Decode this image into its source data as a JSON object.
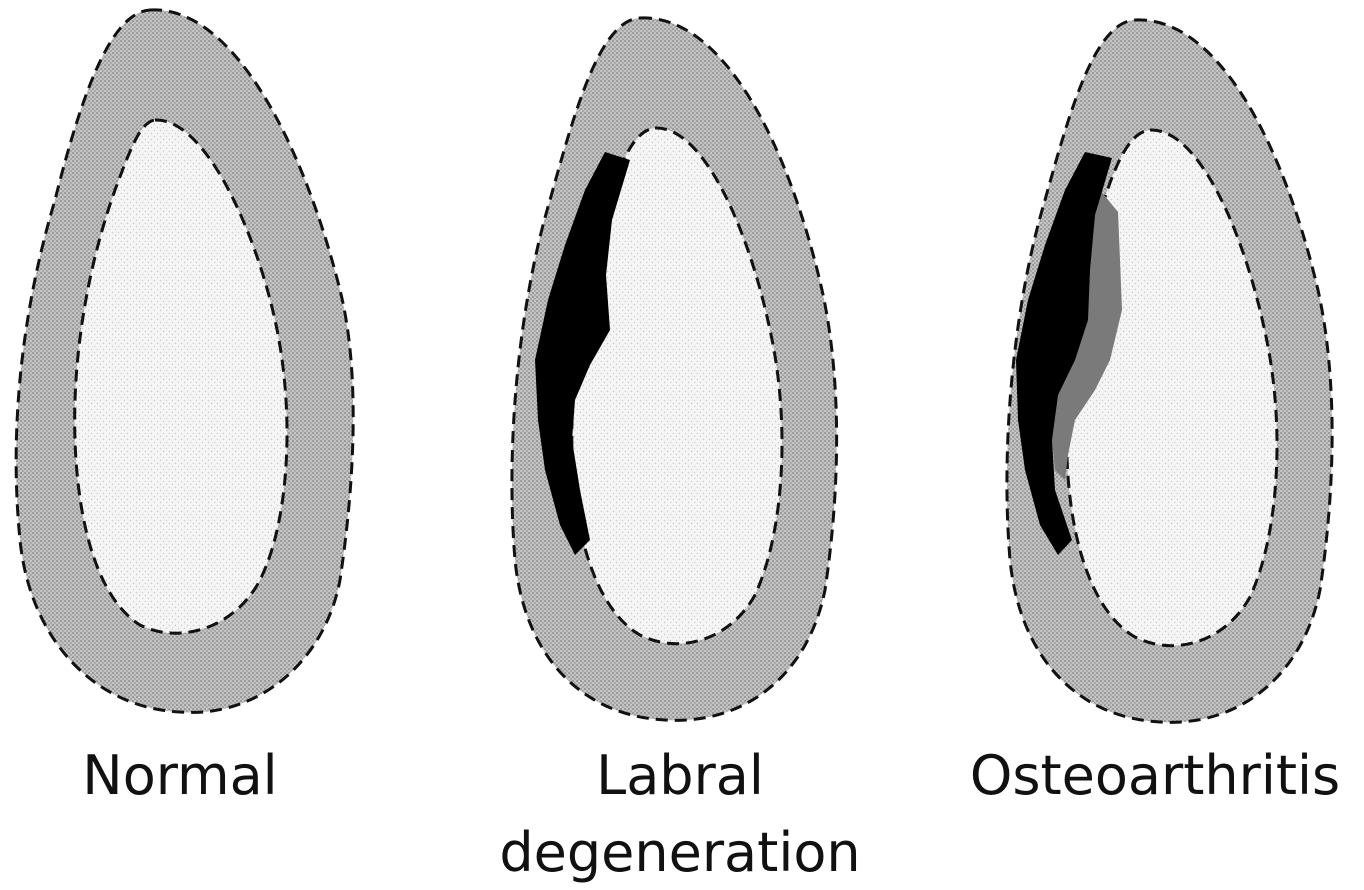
{
  "panels": [
    {
      "label": "Normal"
    },
    {
      "label_line1": "Labral",
      "label_line2": "degeneration"
    },
    {
      "label": "Osteoarthritis"
    }
  ],
  "colors": {
    "outer_ring_fill": "#bdbdbd",
    "inner_fill": "#f2f2f2",
    "outline": "#111111",
    "degeneration_dark": "#000000",
    "degeneration_grey": "#7a7a7a"
  }
}
